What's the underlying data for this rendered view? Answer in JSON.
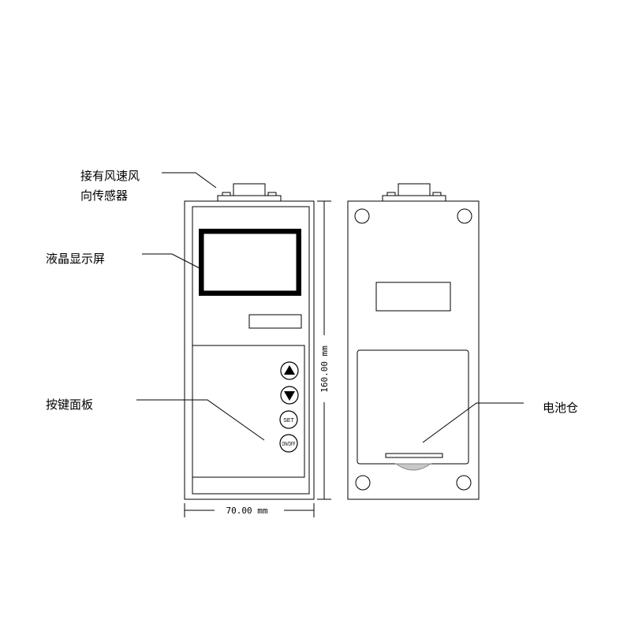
{
  "labels": {
    "sensor_top": "接有风速风",
    "sensor_bottom": "向传感器",
    "lcd": "液晶显示屏",
    "keypad": "按键面板",
    "battery": "电池仓"
  },
  "dimensions": {
    "width": "70.00 mm",
    "height": "160.00 mm"
  },
  "buttons": {
    "set": "SET",
    "onoff": "ON/OFF"
  }
}
